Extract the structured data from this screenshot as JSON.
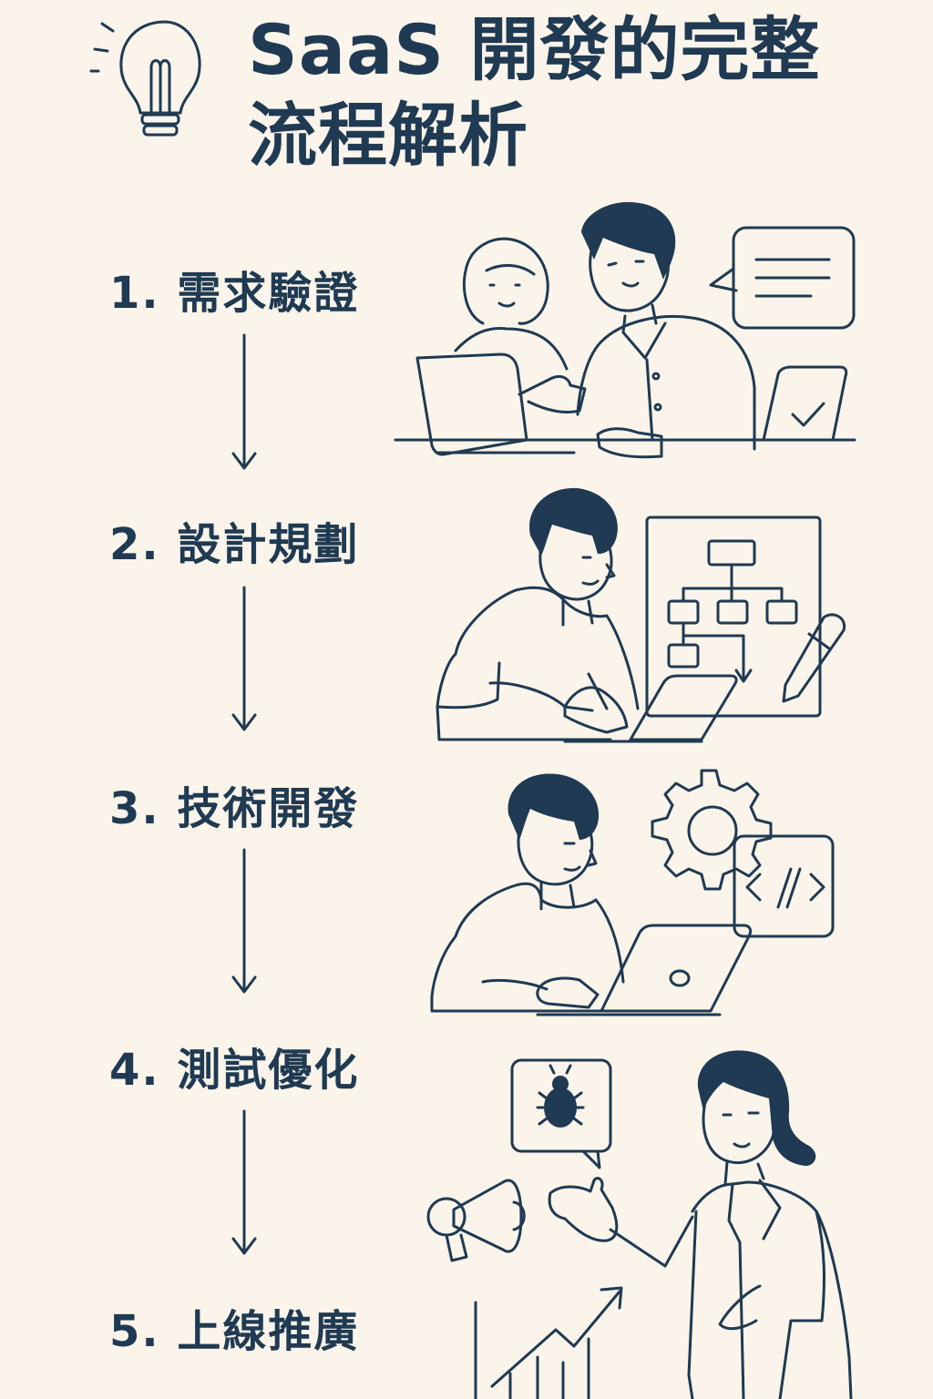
{
  "title": {
    "line1": "SaaS 開發的完整",
    "line2": "流程解析"
  },
  "steps": [
    {
      "label": "1. 需求驗證"
    },
    {
      "label": "2. 設計規劃"
    },
    {
      "label": "3. 技術開發"
    },
    {
      "label": "4. 測試優化"
    },
    {
      "label": "5. 上線推廣"
    }
  ],
  "icons": {
    "title": "lightbulb-icon",
    "step1": "two-people-laptop-chat",
    "step2": "person-drawing-flowchart",
    "step3": "person-coding-gear",
    "step4": "presenter-bug-megaphone",
    "step5": "growth-chart"
  },
  "colors": {
    "background": "#faf4ea",
    "ink": "#1f3a52"
  }
}
